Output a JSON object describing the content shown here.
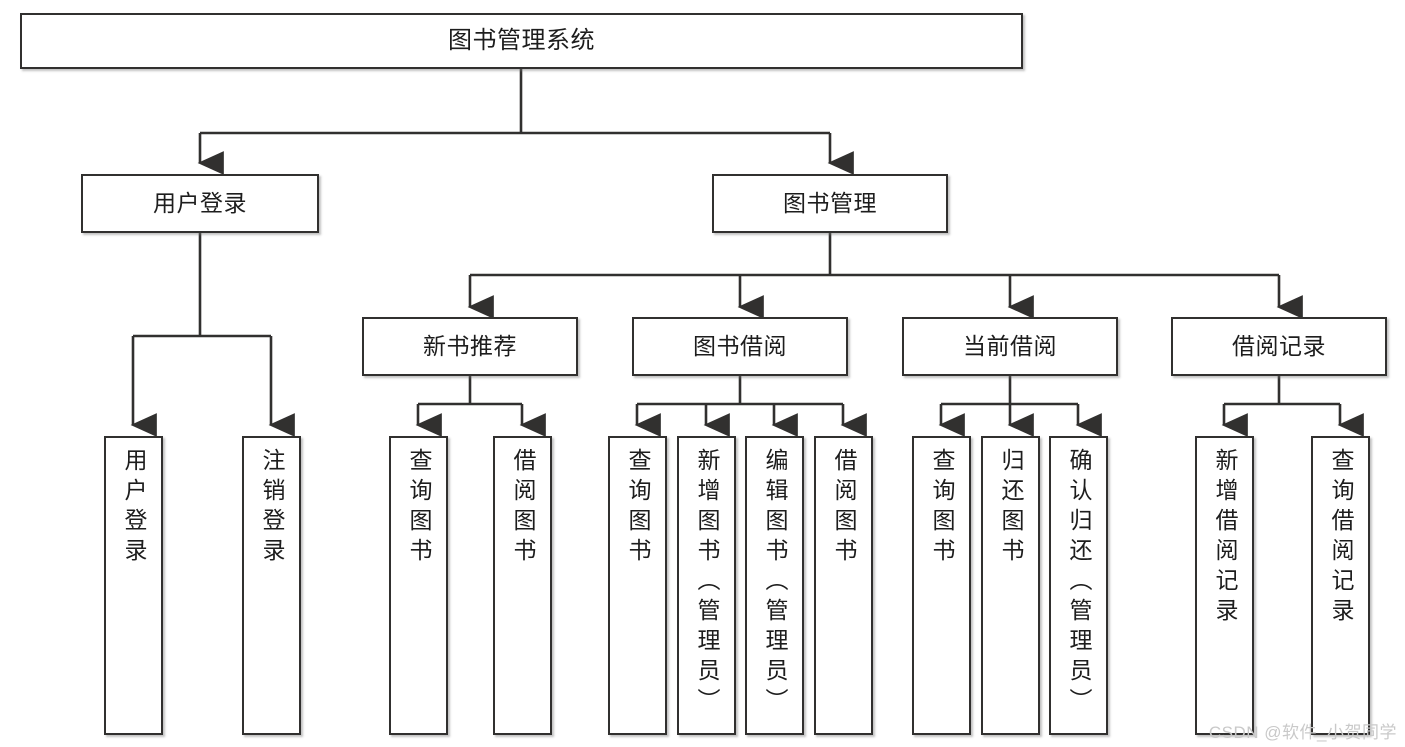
{
  "diagram": {
    "title": "图书管理系统",
    "type": "tree",
    "stroke_color": "#31302f",
    "text_color": "#1d1d1d",
    "background": "#ffffff",
    "watermark": "CSDN @软件_小贺同学"
  },
  "nodes": {
    "root": {
      "label": "图书管理系统"
    },
    "level2": [
      {
        "label": "用户登录"
      },
      {
        "label": "图书管理"
      }
    ],
    "level3": [
      {
        "label": "新书推荐"
      },
      {
        "label": "图书借阅"
      },
      {
        "label": "当前借阅"
      },
      {
        "label": "借阅记录"
      }
    ],
    "leaves": {
      "user_login": [
        {
          "label": "用户登录"
        },
        {
          "label": "注销登录"
        }
      ],
      "new_book": [
        {
          "label": "查询图书"
        },
        {
          "label": "借阅图书"
        }
      ],
      "borrow_book": [
        {
          "label": "查询图书"
        },
        {
          "label": "新增图书（管理员）"
        },
        {
          "label": "编辑图书（管理员）"
        },
        {
          "label": "借阅图书"
        }
      ],
      "current_borrow": [
        {
          "label": "查询图书"
        },
        {
          "label": "归还图书"
        },
        {
          "label": "确认归还（管理员）"
        }
      ],
      "borrow_record": [
        {
          "label": "新增借阅记录"
        },
        {
          "label": "查询借阅记录"
        }
      ]
    }
  }
}
